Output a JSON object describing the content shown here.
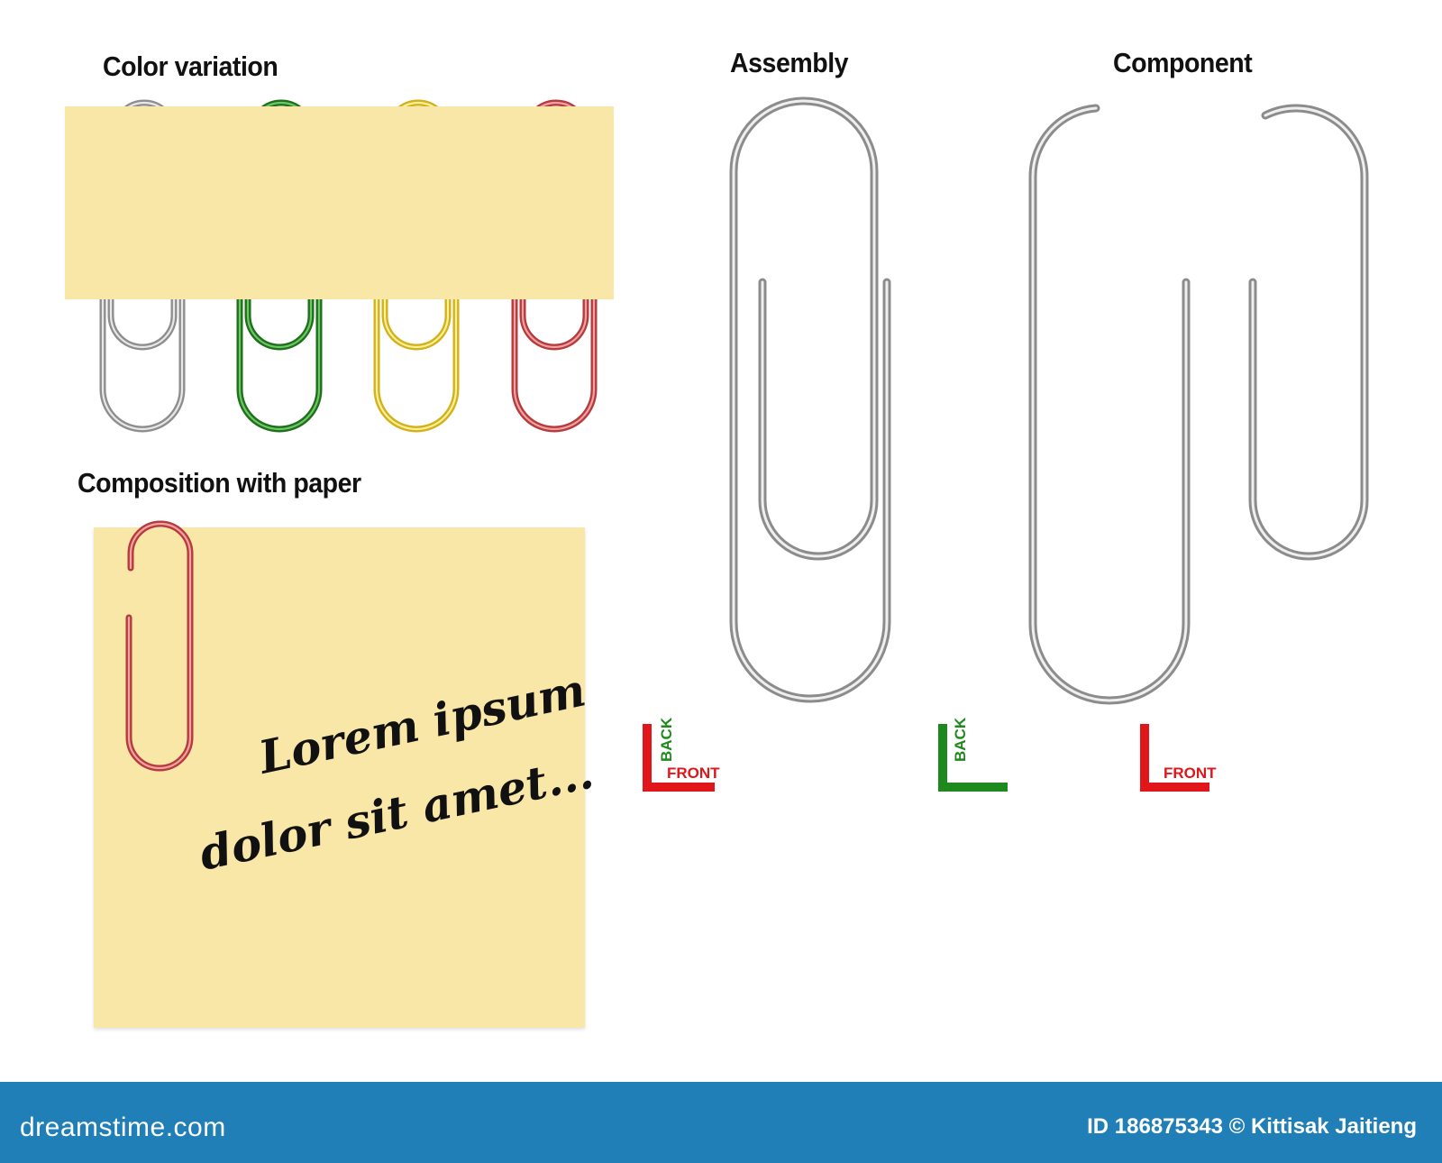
{
  "headings": {
    "color_variation": "Color variation",
    "composition": "Composition with paper",
    "assembly": "Assembly",
    "component": "Component"
  },
  "note": {
    "line1": "Lorem ipsum",
    "line2": "dolor sit amet..."
  },
  "markers": {
    "back": "BACK",
    "front": "FRONT"
  },
  "colors": {
    "paper": "#f9e7a7",
    "clip_silver": "#9a9a9a",
    "clip_green": "#2f8a2a",
    "clip_yellow": "#e5c62e",
    "clip_red": "#c9484a",
    "marker_red": "#e0161b",
    "marker_green": "#1e8a1e",
    "footer": "#1f7fb6"
  },
  "icons": [
    "paperclip-icon",
    "back-front-axis-icon",
    "back-axis-icon",
    "front-axis-icon"
  ],
  "footer": {
    "site": "dreamstime.com",
    "credit": "ID 186875343 © Kittisak Jaitieng"
  }
}
